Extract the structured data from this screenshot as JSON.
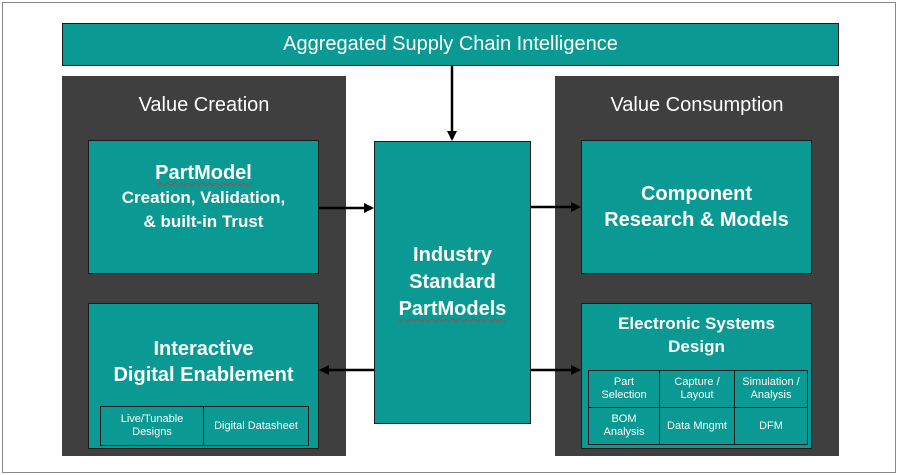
{
  "banner": {
    "title": "Aggregated Supply Chain Intelligence"
  },
  "left_panel": {
    "title": "Value Creation",
    "partmodel_box": {
      "heading": "PartModel",
      "line1": "Creation, Validation,",
      "line2": "& built-in Trust"
    },
    "enablement_box": {
      "line1": "Interactive",
      "line2": "Digital Enablement",
      "cells": [
        "Live/Tunable Designs",
        "Digital Datasheet"
      ]
    }
  },
  "center_box": {
    "line1": "Industry",
    "line2": "Standard",
    "line3": "PartModels"
  },
  "right_panel": {
    "title": "Value Consumption",
    "research_box": {
      "line1": "Component",
      "line2": "Research & Models"
    },
    "esd_box": {
      "line1": "Electronic Systems",
      "line2": "Design",
      "cells": [
        "Part Selection",
        "Capture / Layout",
        "Simulation / Analysis",
        "BOM Analysis",
        "Data Mngmt",
        "DFM"
      ]
    }
  },
  "colors": {
    "teal": "#0a9a93",
    "panel": "#3f3f3f",
    "arrow": "#000000"
  }
}
